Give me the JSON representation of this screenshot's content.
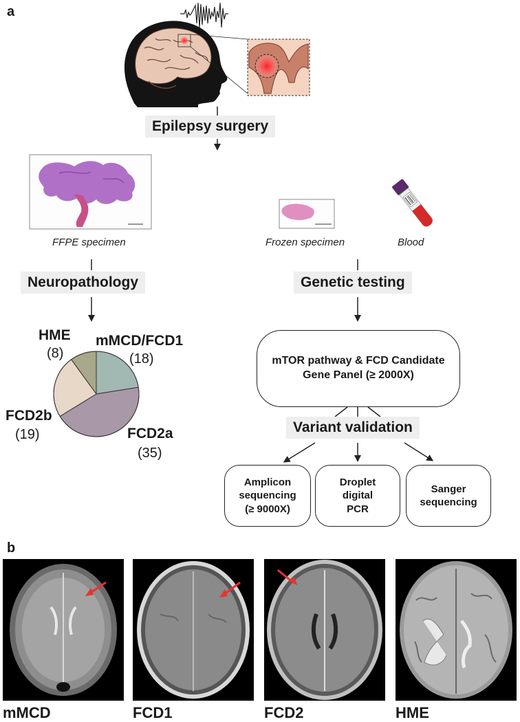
{
  "panel_a": {
    "letter": "a",
    "surgery_label": "Epilepsy surgery",
    "ffpe_caption": "FFPE specimen",
    "frozen_caption": "Frozen specimen",
    "blood_caption": "Blood",
    "neuropathology_label": "Neuropathology",
    "genetic_testing_label": "Genetic testing",
    "panel_box_line1": "mTOR pathway & FCD Candidate",
    "panel_box_line2": "Gene Panel (≥ 2000X)",
    "variant_validation_label": "Variant validation",
    "methods": [
      {
        "line1": "Amplicon",
        "line2": "sequencing",
        "line3": "(≥ 9000X)"
      },
      {
        "line1": "Droplet",
        "line2": "digital",
        "line3": "PCR"
      },
      {
        "line1": "Sanger",
        "line2": "sequencing",
        "line3": ""
      }
    ]
  },
  "chart_data": {
    "type": "pie",
    "slices": [
      {
        "label": "HME",
        "value": 8,
        "count_text": "(8)",
        "color": "#a8a88a"
      },
      {
        "label": "mMCD/FCD1",
        "value": 18,
        "count_text": "(18)",
        "color": "#a2b8b2"
      },
      {
        "label": "FCD2a",
        "value": 35,
        "count_text": "(35)",
        "color": "#a898a8"
      },
      {
        "label": "FCD2b",
        "value": 19,
        "count_text": "(19)",
        "color": "#e8d8c8"
      }
    ]
  },
  "panel_b": {
    "letter": "b",
    "scans": [
      {
        "label": "mMCD"
      },
      {
        "label": "FCD1"
      },
      {
        "label": "FCD2"
      },
      {
        "label": "HME"
      }
    ]
  },
  "colors": {
    "label_bg": "#eeeeee",
    "arrow_red": "#e8322f",
    "he_stain": "#b070c8"
  }
}
